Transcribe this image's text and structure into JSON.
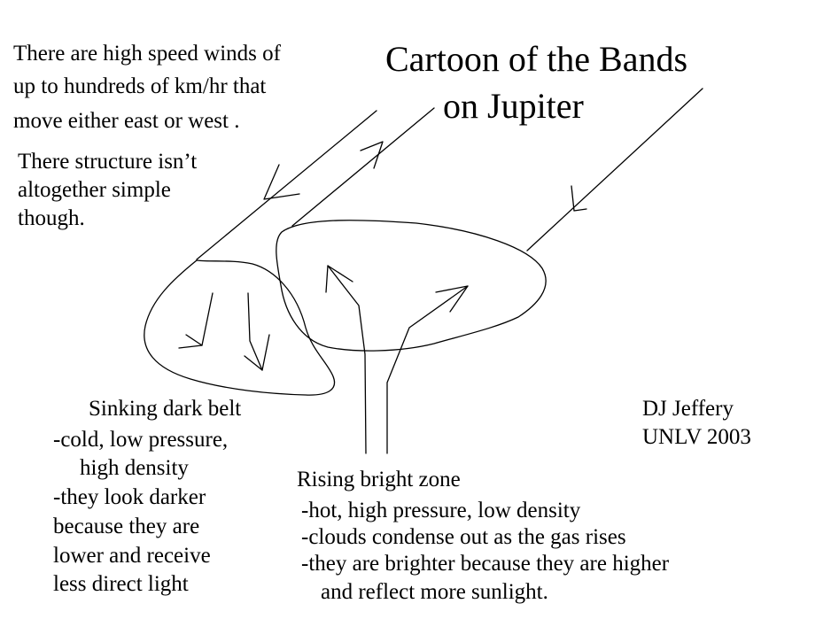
{
  "title": {
    "line1": "Cartoon of the Bands",
    "line2": "on Jupiter"
  },
  "intro": {
    "line1": "There are high speed winds of",
    "line2": "up to hundreds of  km/hr that",
    "line3": "move either east or west ."
  },
  "structure_note": {
    "line1": "There structure isn’t",
    "line2": "altogether simple",
    "line3": "though."
  },
  "dark_belt": {
    "heading": "Sinking dark belt",
    "line1": "-cold, low pressure,",
    "line2": "high density",
    "line3": "-they look darker",
    "line4": "because they are",
    "line5": "lower and receive",
    "line6": "less direct light"
  },
  "bright_zone": {
    "heading": "Rising bright zone",
    "line1": "-hot, high pressure, low density",
    "line2": "-clouds condense out as the gas rises",
    "line3": "-they are brighter because they are higher",
    "line4": "and reflect more sunlight."
  },
  "credit": {
    "author": "DJ Jeffery",
    "affiliation": "UNLV 2003"
  }
}
